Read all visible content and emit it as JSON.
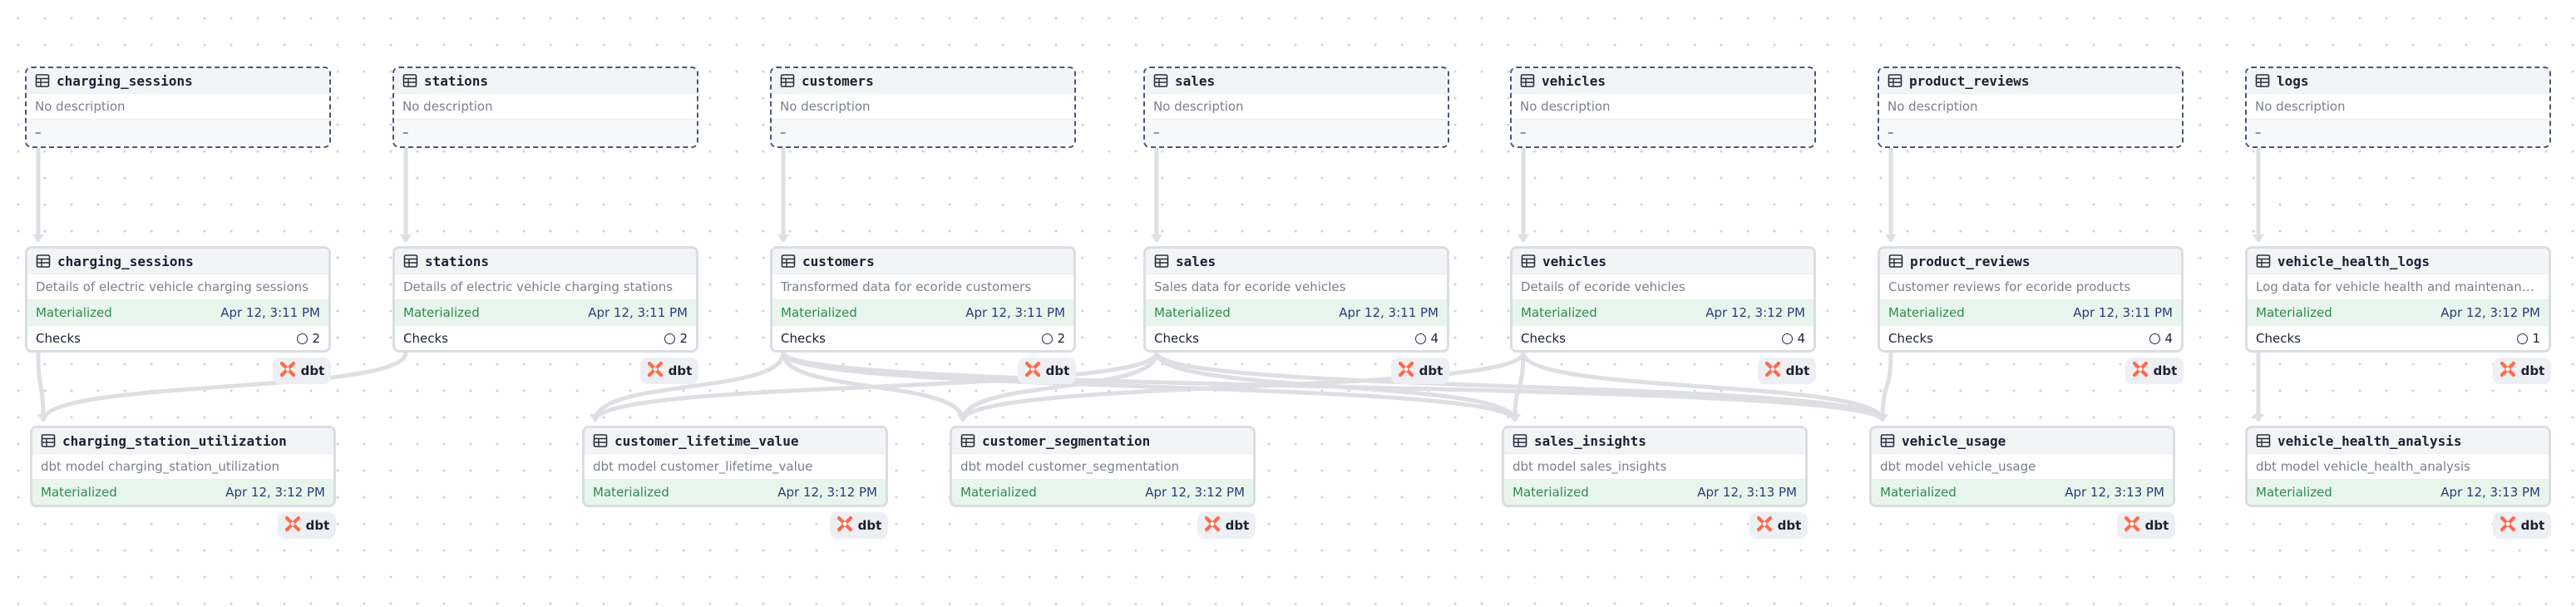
{
  "colors": {
    "edge": "#dedfe3",
    "source_border": "#4a5478",
    "materialized": "#2f8a4f",
    "timestamp": "#2a3c7a",
    "dbt_logo": "#ff694a"
  },
  "dbt_badge_label": "dbt",
  "sources": [
    {
      "name": "charging_sessions",
      "description": "No description",
      "meta": "–"
    },
    {
      "name": "stations",
      "description": "No description",
      "meta": "–"
    },
    {
      "name": "customers",
      "description": "No description",
      "meta": "–"
    },
    {
      "name": "sales",
      "description": "No description",
      "meta": "–"
    },
    {
      "name": "vehicles",
      "description": "No description",
      "meta": "–"
    },
    {
      "name": "product_reviews",
      "description": "No description",
      "meta": "–"
    },
    {
      "name": "logs",
      "description": "No description",
      "meta": "–"
    }
  ],
  "staging_models": [
    {
      "name": "charging_sessions",
      "description": "Details of electric vehicle charging sessions",
      "status": "Materialized",
      "timestamp": "Apr 12, 3:11 PM",
      "checks_label": "Checks",
      "checks_count": "2"
    },
    {
      "name": "stations",
      "description": "Details of electric vehicle charging stations",
      "status": "Materialized",
      "timestamp": "Apr 12, 3:11 PM",
      "checks_label": "Checks",
      "checks_count": "2"
    },
    {
      "name": "customers",
      "description": "Transformed data for ecoride customers",
      "status": "Materialized",
      "timestamp": "Apr 12, 3:11 PM",
      "checks_label": "Checks",
      "checks_count": "2"
    },
    {
      "name": "sales",
      "description": "Sales data for ecoride vehicles",
      "status": "Materialized",
      "timestamp": "Apr 12, 3:11 PM",
      "checks_label": "Checks",
      "checks_count": "4"
    },
    {
      "name": "vehicles",
      "description": "Details of ecoride vehicles",
      "status": "Materialized",
      "timestamp": "Apr 12, 3:12 PM",
      "checks_label": "Checks",
      "checks_count": "4"
    },
    {
      "name": "product_reviews",
      "description": "Customer reviews for ecoride products",
      "status": "Materialized",
      "timestamp": "Apr 12, 3:11 PM",
      "checks_label": "Checks",
      "checks_count": "4"
    },
    {
      "name": "vehicle_health_logs",
      "description": "Log data for vehicle health and maintenance history",
      "status": "Materialized",
      "timestamp": "Apr 12, 3:12 PM",
      "checks_label": "Checks",
      "checks_count": "1"
    }
  ],
  "mart_models": [
    {
      "name": "charging_station_utilization",
      "description": "dbt model charging_station_utilization",
      "status": "Materialized",
      "timestamp": "Apr 12, 3:12 PM"
    },
    {
      "name": "customer_lifetime_value",
      "description": "dbt model customer_lifetime_value",
      "status": "Materialized",
      "timestamp": "Apr 12, 3:12 PM"
    },
    {
      "name": "customer_segmentation",
      "description": "dbt model customer_segmentation",
      "status": "Materialized",
      "timestamp": "Apr 12, 3:12 PM"
    },
    {
      "name": "sales_insights",
      "description": "dbt model sales_insights",
      "status": "Materialized",
      "timestamp": "Apr 12, 3:13 PM"
    },
    {
      "name": "vehicle_usage",
      "description": "dbt model vehicle_usage",
      "status": "Materialized",
      "timestamp": "Apr 12, 3:13 PM"
    },
    {
      "name": "vehicle_health_analysis",
      "description": "dbt model vehicle_health_analysis",
      "status": "Materialized",
      "timestamp": "Apr 12, 3:13 PM"
    }
  ],
  "edges": [
    [
      "source:charging_sessions",
      "staging:charging_sessions"
    ],
    [
      "source:stations",
      "staging:stations"
    ],
    [
      "source:customers",
      "staging:customers"
    ],
    [
      "source:sales",
      "staging:sales"
    ],
    [
      "source:vehicles",
      "staging:vehicles"
    ],
    [
      "source:product_reviews",
      "staging:product_reviews"
    ],
    [
      "source:logs",
      "staging:vehicle_health_logs"
    ],
    [
      "staging:charging_sessions",
      "mart:charging_station_utilization"
    ],
    [
      "staging:stations",
      "mart:charging_station_utilization"
    ],
    [
      "staging:customers",
      "mart:customer_lifetime_value"
    ],
    [
      "staging:customers",
      "mart:customer_segmentation"
    ],
    [
      "staging:customers",
      "mart:sales_insights"
    ],
    [
      "staging:customers",
      "mart:vehicle_usage"
    ],
    [
      "staging:sales",
      "mart:customer_lifetime_value"
    ],
    [
      "staging:sales",
      "mart:customer_segmentation"
    ],
    [
      "staging:sales",
      "mart:sales_insights"
    ],
    [
      "staging:sales",
      "mart:vehicle_usage"
    ],
    [
      "staging:vehicles",
      "mart:customer_segmentation"
    ],
    [
      "staging:vehicles",
      "mart:sales_insights"
    ],
    [
      "staging:vehicles",
      "mart:vehicle_usage"
    ],
    [
      "staging:product_reviews",
      "mart:vehicle_usage"
    ],
    [
      "staging:vehicle_health_logs",
      "mart:vehicle_health_analysis"
    ]
  ]
}
